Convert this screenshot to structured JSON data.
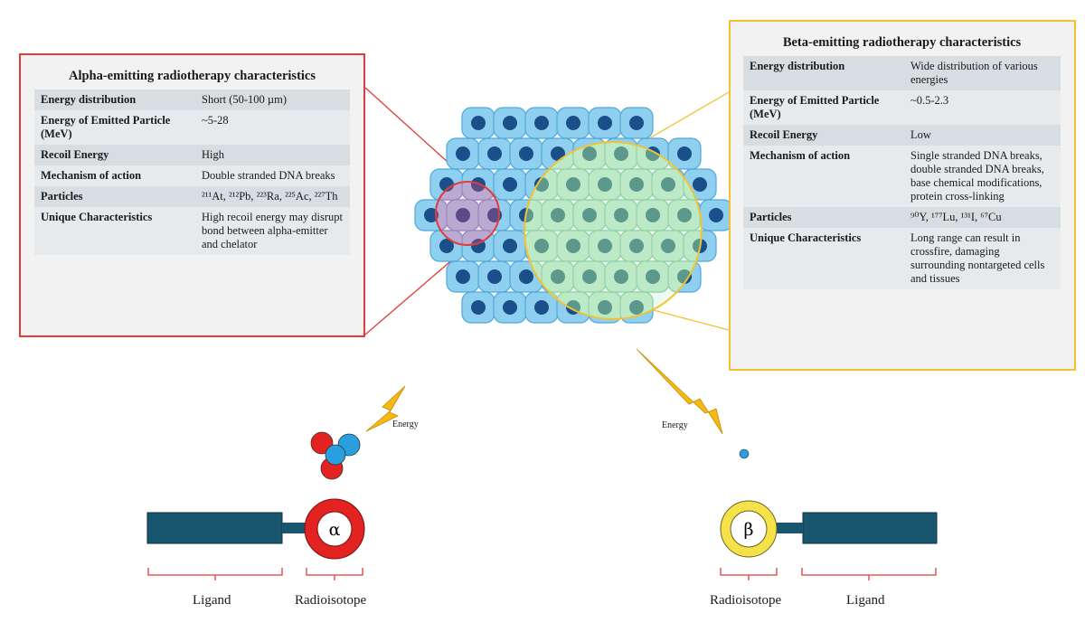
{
  "alpha": {
    "title": "Alpha-emitting radiotherapy characteristics",
    "rows": [
      {
        "key": "Energy distribution",
        "value": "Short (50-100 µm)"
      },
      {
        "key": "Energy of Emitted Particle (MeV)",
        "value": "~5-28"
      },
      {
        "key": "Recoil Energy",
        "value": "High"
      },
      {
        "key": "Mechanism of action",
        "value": "Double stranded DNA breaks"
      },
      {
        "key": "Particles",
        "value": "²¹¹At, ²¹²Pb, ²²³Ra, ²²⁵Ac, ²²⁷Th"
      },
      {
        "key": "Unique Characteristics",
        "value": "High recoil energy may disrupt bond between alpha-emitter and chelator"
      }
    ],
    "symbol": "α",
    "energy_label": "Energy",
    "ligand_label": "Ligand",
    "radioisotope_label": "Radioisotope"
  },
  "beta": {
    "title": "Beta-emitting radiotherapy characteristics",
    "rows": [
      {
        "key": "Energy distribution",
        "value": "Wide distribution of various energies"
      },
      {
        "key": "Energy of Emitted Particle (MeV)",
        "value": "~0.5-2.3"
      },
      {
        "key": "Recoil Energy",
        "value": "Low"
      },
      {
        "key": "Mechanism of action",
        "value": "Single stranded DNA breaks, double stranded DNA breaks, base chemical modifications, protein cross-linking"
      },
      {
        "key": "Particles",
        "value": "⁹⁰Y, ¹⁷⁷Lu, ¹³¹I, ⁶⁷Cu"
      },
      {
        "key": "Unique Characteristics",
        "value": "Long range can result in crossfire, damaging surrounding nontargeted cells and tissues"
      }
    ],
    "symbol": "β",
    "energy_label": "Energy",
    "ligand_label": "Ligand",
    "radioisotope_label": "Radioisotope"
  },
  "colors": {
    "alpha_accent": "#e23b3b",
    "beta_accent": "#f2c232",
    "cell_body": "#8fd0f0",
    "cell_nucleus": "#1a4f8a",
    "ligand": "#18556f",
    "bolt": "#f5b914",
    "beta_particle": "#2a9fe0"
  }
}
